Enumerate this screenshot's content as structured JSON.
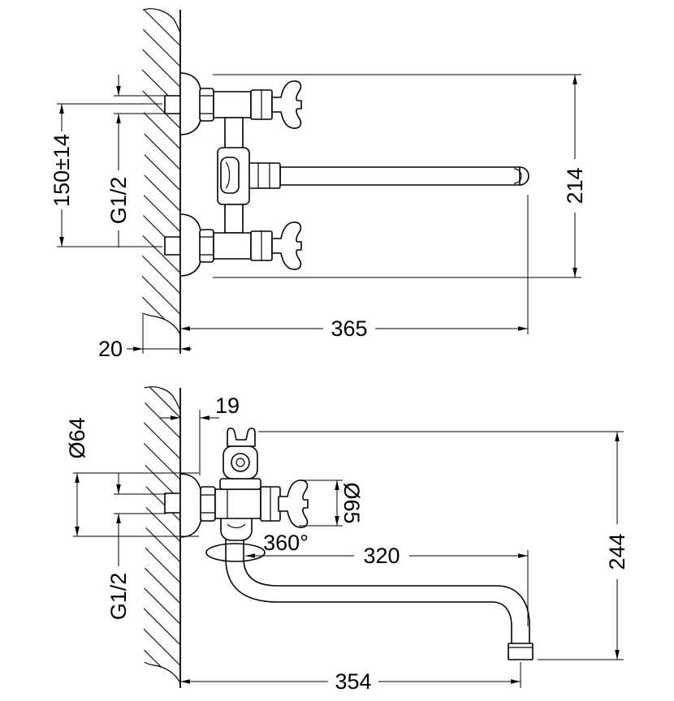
{
  "colors": {
    "line": "#000000",
    "background": "#ffffff"
  },
  "top_view": {
    "inlet_spacing": "150±14",
    "thread": "G1/2",
    "height": "214",
    "reach": "365",
    "wall_offset": "20"
  },
  "side_view": {
    "flange_depth": "19",
    "flange_diameter": "Ø64",
    "thread": "G1/2",
    "handle_diameter": "Ø65",
    "swivel": "360°",
    "spout_length": "320",
    "height": "244",
    "reach": "354"
  }
}
